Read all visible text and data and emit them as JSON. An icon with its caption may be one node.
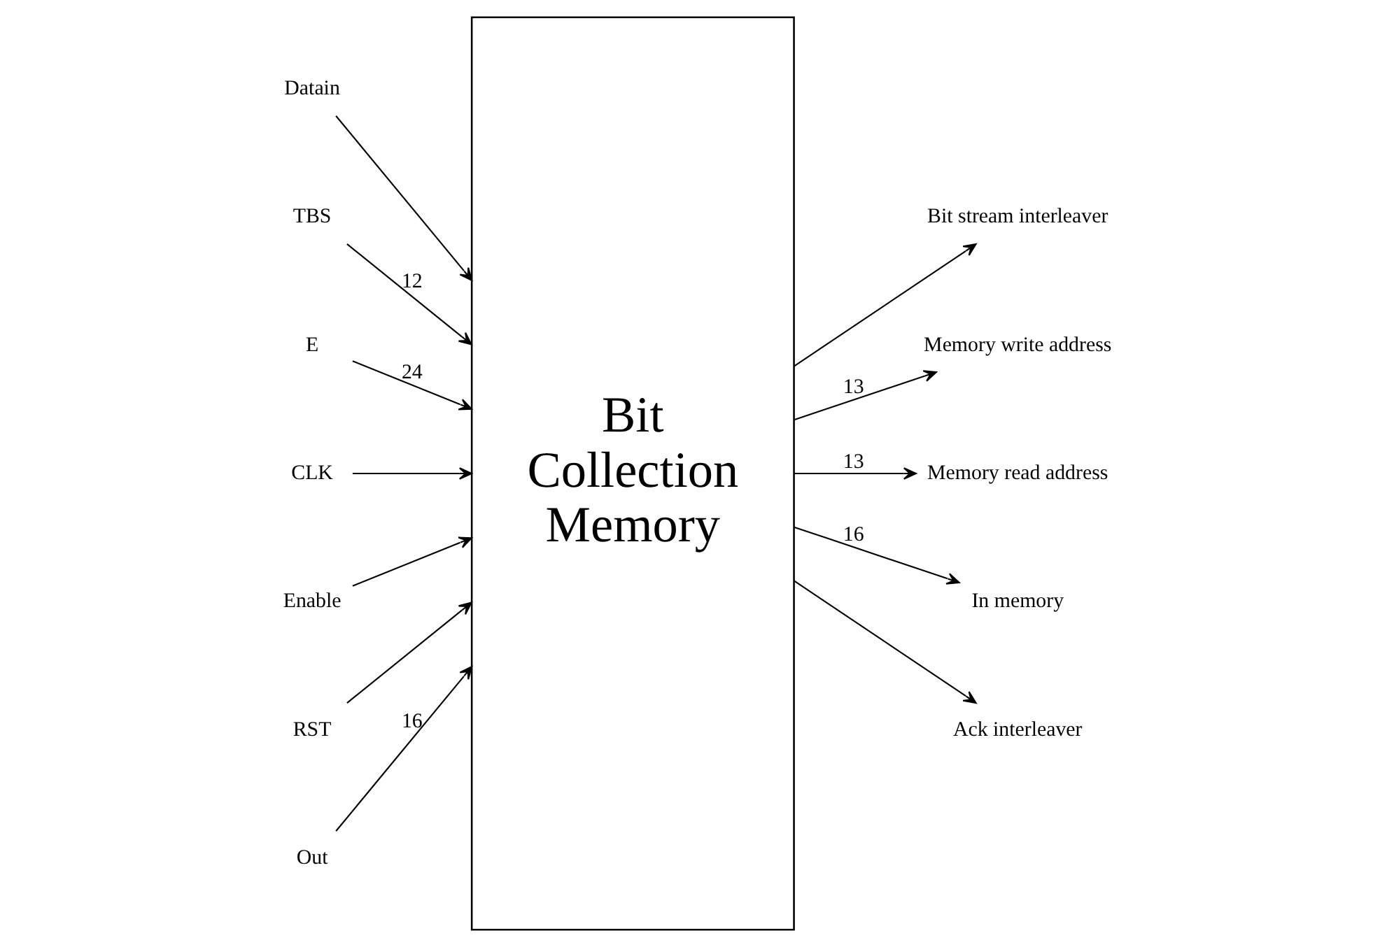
{
  "diagram": {
    "nodes": [
      {
        "text": [
          "Datain"
        ]
      },
      {
        "text": [
          "TBS"
        ]
      },
      {
        "text": [
          "E"
        ]
      },
      {
        "text": [
          "CLK"
        ]
      },
      {
        "text": [
          "Enable"
        ]
      },
      {
        "text": [
          "RST"
        ]
      },
      {
        "text": [
          "Out"
        ]
      },
      {
        "text": [
          "Bit Collection Memory"
        ]
      },
      {
        "text": [
          "Bit stream interleaver"
        ]
      },
      {
        "text": [
          "Memory write address"
        ]
      },
      {
        "text": [
          "Memory read address"
        ]
      },
      {
        "text": [
          "In memory"
        ]
      },
      {
        "text": [
          "Ack interleaver"
        ]
      }
    ],
    "edges": [
      {
        "from": 0,
        "to": 7,
        "arrow": "to"
      },
      {
        "from": 1,
        "to": 7,
        "arrow": "to",
        "label": "12"
      },
      {
        "from": 2,
        "to": 7,
        "arrow": "to",
        "label": "24"
      },
      {
        "from": 3,
        "to": 7,
        "arrow": "to"
      },
      {
        "from": 4,
        "to": 7,
        "arrow": "to"
      },
      {
        "from": 5,
        "to": 7,
        "arrow": "to"
      },
      {
        "from": 6,
        "to": 7,
        "arrow": "to",
        "label": "16"
      },
      {
        "from": 7,
        "to": 8,
        "arrow": "to"
      },
      {
        "from": 7,
        "to": 9,
        "arrow": "to",
        "label": "13"
      },
      {
        "from": 7,
        "to": 10,
        "arrow": "to",
        "label": "13"
      },
      {
        "from": 7,
        "to": 11,
        "arrow": "to",
        "label": "16"
      },
      {
        "from": 7,
        "to": 12,
        "arrow": "to"
      }
    ]
  }
}
